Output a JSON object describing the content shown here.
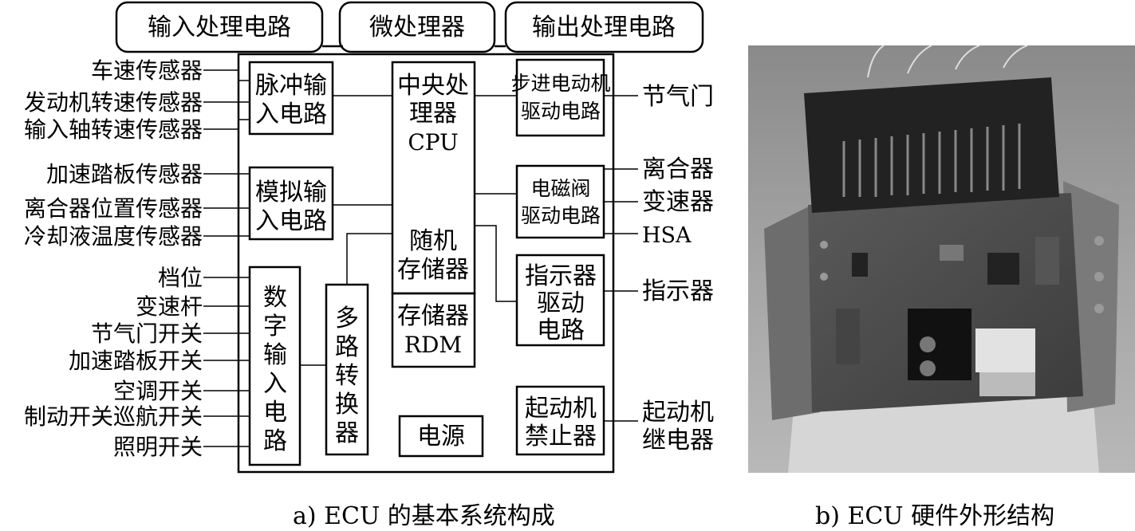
{
  "diagram": {
    "headers": [
      "输入处理电路",
      "微处理器",
      "输出处理电路"
    ],
    "blocks": {
      "pulse_input": [
        "脉冲输",
        "入电路"
      ],
      "analog_input": [
        "模拟输",
        "入电路"
      ],
      "digital_input": [
        "数",
        "字",
        "输",
        "入",
        "电",
        "路"
      ],
      "multiplexer": [
        "多",
        "路",
        "转",
        "换",
        "器"
      ],
      "cpu": [
        "中央处",
        "理器",
        "CPU"
      ],
      "ram": [
        "随机",
        "存储器"
      ],
      "rom": [
        "存储器",
        "RDM"
      ],
      "power": "电源",
      "stepper_driver": [
        "步进电动机",
        "驱动电路"
      ],
      "solenoid_driver": [
        "电磁阀",
        "驱动电路"
      ],
      "indicator_driver": [
        "指示器",
        "驱动",
        "电路"
      ],
      "starter_inhibitor": [
        "起动机",
        "禁止器"
      ]
    },
    "inputs": [
      "车速传感器",
      "发动机转速传感器",
      "输入轴转速传感器",
      "加速踏板传感器",
      "离合器位置传感器",
      "冷却液温度传感器",
      "档位",
      "变速杆",
      "节气门开关",
      "加速踏板开关",
      "空调开关",
      "制动开关巡航开关",
      "照明开关"
    ],
    "outputs": [
      "节气门",
      "离合器",
      "变速器",
      "HSA",
      "指示器",
      "起动机",
      "继电器"
    ]
  },
  "captions": {
    "a": "a) ECU 的基本系统构成",
    "b": "b) ECU 硬件外形结构"
  },
  "photo": {
    "icon": "ecu-hardware-photo"
  }
}
